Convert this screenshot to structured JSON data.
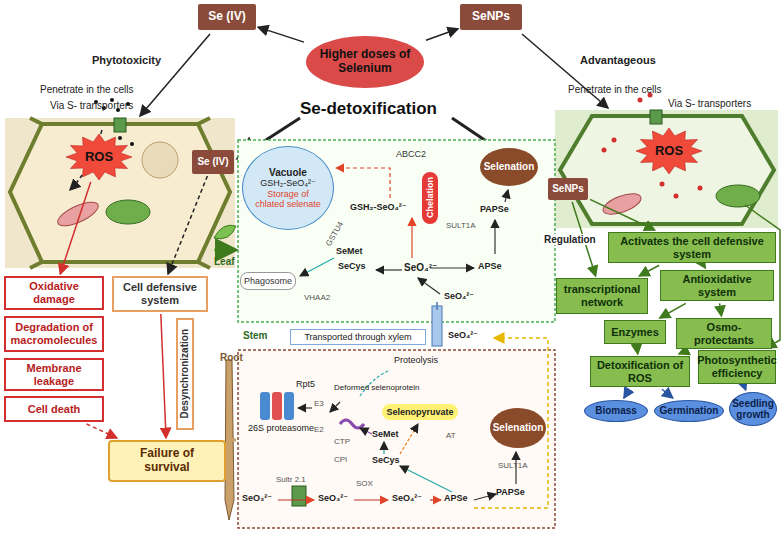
{
  "diagram": {
    "nodes": [
      {
        "text": [
          "Higher doses of Selenium"
        ]
      },
      {
        "text": [
          "Se (IV)"
        ]
      },
      {
        "text": [
          "SeNPs"
        ]
      },
      {
        "text": [
          "ROS"
        ]
      },
      {
        "text": [
          "Se (IV)"
        ]
      },
      {
        "text": [
          "Oxidative damage"
        ]
      },
      {
        "text": [
          "Degradation of macromolecules"
        ]
      },
      {
        "text": [
          "Membrane leakage"
        ]
      },
      {
        "text": [
          "Cell death"
        ]
      },
      {
        "text": [
          "Cell defensive system"
        ]
      },
      {
        "text": [
          "Desynchronization"
        ]
      },
      {
        "text": [
          "Failure of survival"
        ]
      },
      {
        "text": [
          "ROS"
        ]
      },
      {
        "text": [
          "SeNPs"
        ]
      },
      {
        "text": [
          "Activates the cell defensive system"
        ]
      },
      {
        "text": [
          "transcriptional network"
        ]
      },
      {
        "text": [
          "Antioxidative system"
        ]
      },
      {
        "text": [
          "Enzymes"
        ]
      },
      {
        "text": [
          "Osmo-protectants"
        ]
      },
      {
        "text": [
          "Detoxification of ROS"
        ]
      },
      {
        "text": [
          "Photosynthetic efficiency"
        ]
      },
      {
        "text": [
          "Biomass"
        ]
      },
      {
        "text": [
          "Germination"
        ]
      },
      {
        "text": [
          "Seedling growth"
        ]
      },
      {
        "text": [
          "Vacuole",
          "GSH₂-SeO₄²⁻",
          "Storage of chlated selenate"
        ]
      },
      {
        "text": [
          "Selenation"
        ]
      },
      {
        "text": [
          "Chelation"
        ]
      },
      {
        "text": [
          "Phagosome"
        ]
      },
      {
        "text": [
          "Transported through xylem"
        ]
      },
      {
        "text": [
          "Selenopyruvate"
        ]
      },
      {
        "text": [
          "Selenation"
        ]
      }
    ],
    "edges": [
      {
        "from": 0,
        "to": 1,
        "arrow": "to"
      },
      {
        "from": 0,
        "to": 2,
        "arrow": "to"
      },
      {
        "from": 3,
        "to": 5,
        "arrow": "to"
      },
      {
        "from": 4,
        "to": 9,
        "arrow": "to"
      },
      {
        "from": 9,
        "to": 11,
        "arrow": "to"
      },
      {
        "from": 8,
        "to": 11,
        "arrow": "to"
      },
      {
        "from": 13,
        "to": 14,
        "arrow": "to"
      },
      {
        "from": 13,
        "to": 15,
        "label": "Regulation",
        "arrow": "to"
      },
      {
        "from": 14,
        "to": 15,
        "arrow": "to"
      },
      {
        "from": 14,
        "to": 16,
        "arrow": "to"
      },
      {
        "from": 16,
        "to": 17,
        "arrow": "to"
      },
      {
        "from": 16,
        "to": 18,
        "arrow": "to"
      },
      {
        "from": 17,
        "to": 19,
        "arrow": "to"
      },
      {
        "from": 18,
        "to": 19,
        "arrow": "to"
      },
      {
        "from": 19,
        "to": 21,
        "arrow": "to"
      },
      {
        "from": 19,
        "to": 22,
        "arrow": "to"
      },
      {
        "from": 20,
        "to": 23,
        "arrow": "to"
      }
    ],
    "labels": [
      "Phytotoxicity",
      "Advantageous",
      "Se-detoxification",
      "Penetrate in the cells",
      "Via S- transporters",
      "Penetrate in the cells",
      "Via S- transporters",
      "Leaf",
      "ABCC2",
      "GSH₂-SeO₄²⁻",
      "PAPSe",
      "SULT1A",
      "APSe",
      "GSTU4",
      "SeMet",
      "SeCys",
      "SeO₄²⁻",
      "VHAA2",
      "SeO₄²⁻",
      "Stem",
      "SeO₄²⁻",
      "Root",
      "Proteolysis",
      "Rpt5",
      "26S proteasome",
      "E3",
      "E2",
      "Deformed selenoprotein",
      "CTP",
      "CPI",
      "SeMet",
      "SeCys",
      "AT",
      "SULT1A",
      "PAPSe",
      "SeO₃²⁻",
      "Sultr 2.1",
      "SeO₃²⁻",
      "SOX",
      "SeO₄²⁻",
      "APSe"
    ]
  }
}
